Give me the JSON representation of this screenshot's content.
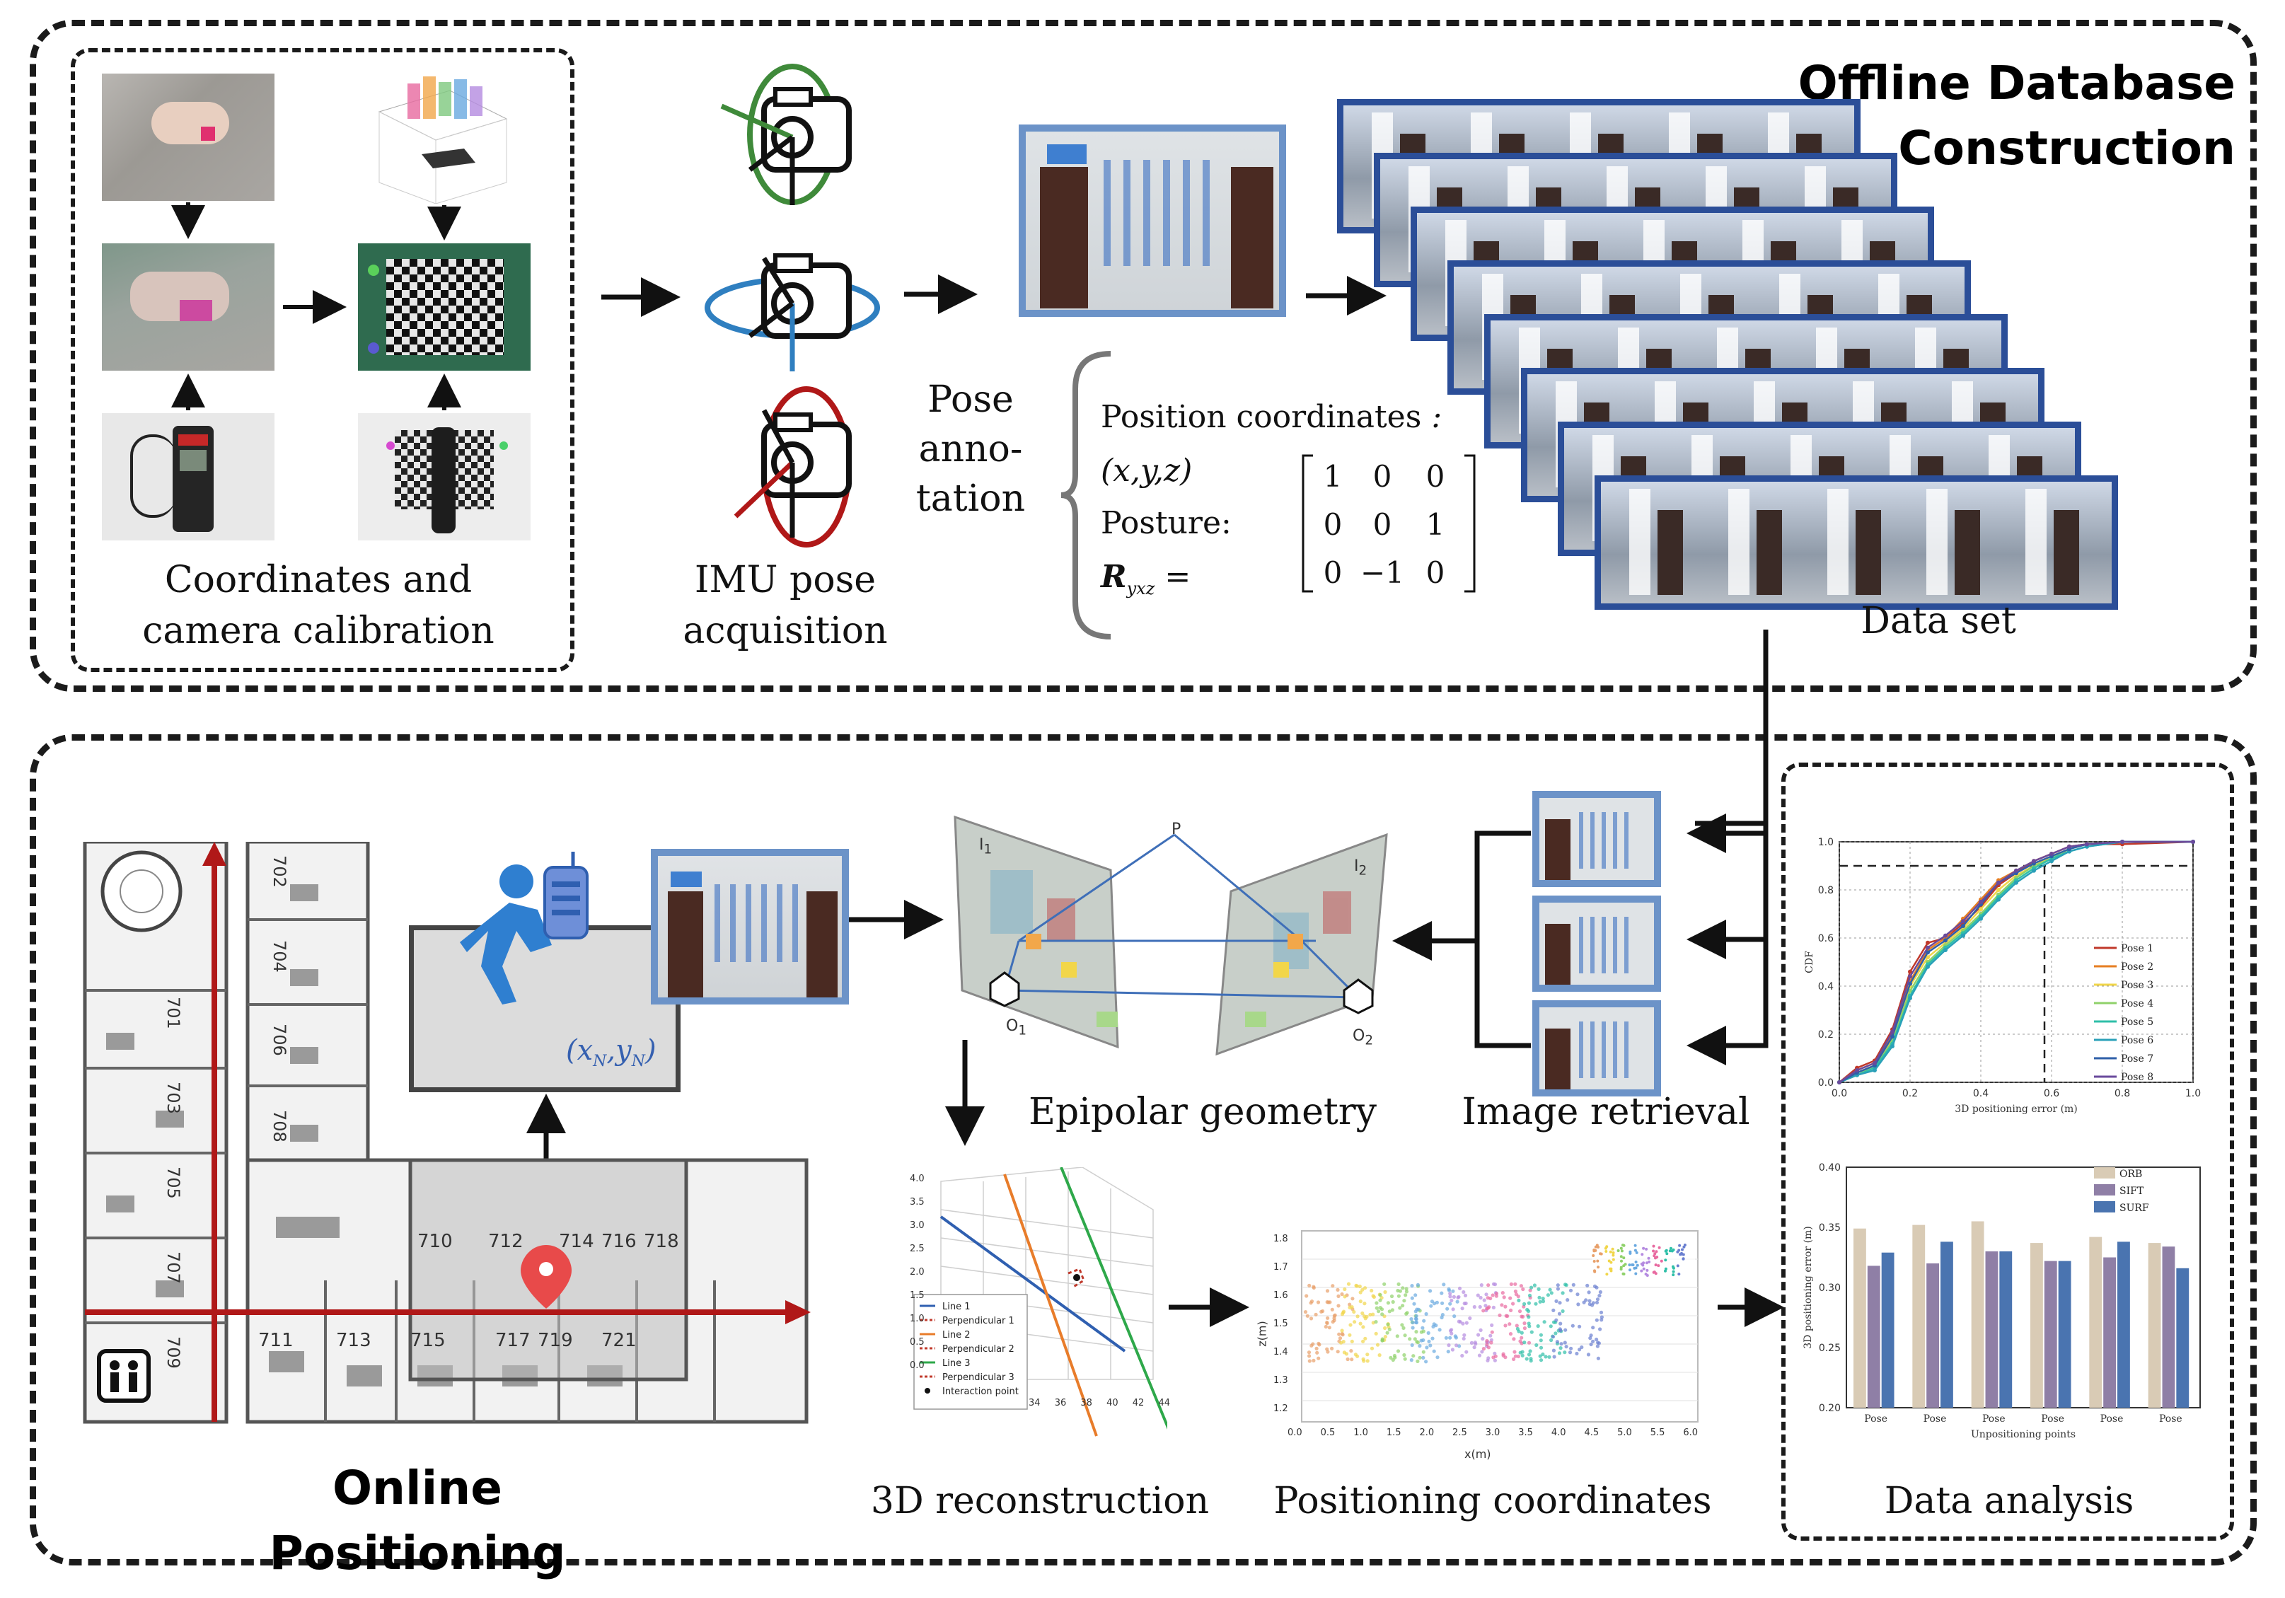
{
  "sections": {
    "offline": {
      "title_line1": "Offline Database",
      "title_line2": "Construction"
    },
    "online": {
      "title": "Online Positioning"
    }
  },
  "captions": {
    "calibration_line1": "Coordinates and",
    "calibration_line2": "camera calibration",
    "imu_line1": "IMU pose",
    "imu_line2": "acquisition",
    "pose_line1": "Pose",
    "pose_line2": "anno-",
    "pose_line3": "tation",
    "dataset": "Data set",
    "epipolar": "Epipolar geometry",
    "retrieval": "Image retrieval",
    "reconstruction": "3D reconstruction",
    "positioning": "Positioning coordinates",
    "analysis": "Data analysis"
  },
  "pose_annotation": {
    "position_label": "Position coordinates",
    "position_value": ": (x,y,z)",
    "posture_label": "Posture:",
    "matrix_symbol": "R",
    "matrix_subscript": "yxz",
    "equals": "=",
    "matrix": [
      [
        "1",
        "0",
        "0"
      ],
      [
        "0",
        "0",
        "1"
      ],
      [
        "0",
        "−1",
        "0"
      ]
    ]
  },
  "floorplan": {
    "rooms": [
      "702",
      "704",
      "706",
      "708",
      "701",
      "703",
      "705",
      "707",
      "709",
      "710",
      "712",
      "714",
      "716",
      "718",
      "711",
      "713",
      "715",
      "717",
      "719",
      "721"
    ],
    "user_coordinates": "(x",
    "user_coordinates_sub": "N",
    "user_coordinates_mid": ",y",
    "user_coordinates_end": ")"
  },
  "epipolar": {
    "point": "P",
    "left_center": "O",
    "left_sub": "1",
    "right_center": "O",
    "right_sub": "2",
    "left_image": "I",
    "left_image_sub": "1",
    "right_image": "I",
    "right_image_sub": "2"
  },
  "reconstruction_legend": [
    "Line 1",
    "Perpendicular 1",
    "Line 2",
    "Perpendicular 2",
    "Line 3",
    "Perpendicular 3",
    "Interaction point"
  ],
  "reconstruction_ticks": {
    "z": [
      "4.0",
      "3.5",
      "3.0",
      "2.5",
      "2.0",
      "1.5",
      "1.0",
      "0.5",
      "0.0"
    ],
    "x": [
      "34",
      "36",
      "38",
      "40",
      "42",
      "44"
    ]
  },
  "positioning_plot": {
    "ylabel": "z(m)",
    "xlabel": "x(m)",
    "yticks": [
      "1.8",
      "1.7",
      "1.6",
      "1.5",
      "1.4",
      "1.3",
      "1.2"
    ],
    "xticks": [
      "0.0",
      "0.5",
      "1.0",
      "1.5",
      "2.0",
      "2.5",
      "3.0",
      "3.5",
      "4.0",
      "4.5",
      "5.0",
      "5.5",
      "6.0"
    ]
  },
  "colors": {
    "frame_blue": "#2b4e98",
    "light_blue": "#6c93c8",
    "red_axis": "#b01818",
    "cdf_orange": "#e87c2a"
  },
  "chart_data": [
    {
      "type": "line",
      "xlabel": "3D positioning error (m)",
      "ylabel": "CDF",
      "xlim": [
        0.0,
        1.0
      ],
      "ylim": [
        0.0,
        1.0
      ],
      "xticks": [
        "0.0",
        "0.2",
        "0.4",
        "0.6",
        "0.8",
        "1.0"
      ],
      "yticks": [
        "0.0",
        "0.2",
        "0.4",
        "0.6",
        "0.8",
        "1.0"
      ],
      "reference_y": 0.9,
      "reference_x": 0.58,
      "grid": true,
      "legend": "right",
      "x": [
        0.0,
        0.05,
        0.1,
        0.15,
        0.2,
        0.25,
        0.3,
        0.35,
        0.4,
        0.45,
        0.5,
        0.55,
        0.6,
        0.65,
        0.7,
        0.8,
        1.0
      ],
      "series": [
        {
          "name": "Pose 1",
          "color": "#c0392b",
          "values": [
            0.0,
            0.06,
            0.09,
            0.22,
            0.46,
            0.58,
            0.6,
            0.66,
            0.73,
            0.82,
            0.87,
            0.92,
            0.95,
            0.98,
            0.99,
            0.99,
            1.0
          ]
        },
        {
          "name": "Pose 2",
          "color": "#e67e22",
          "values": [
            0.0,
            0.05,
            0.08,
            0.2,
            0.42,
            0.55,
            0.6,
            0.68,
            0.76,
            0.84,
            0.88,
            0.92,
            0.95,
            0.98,
            0.99,
            1.0,
            1.0
          ]
        },
        {
          "name": "Pose 3",
          "color": "#f1d64a",
          "values": [
            0.0,
            0.04,
            0.07,
            0.18,
            0.4,
            0.52,
            0.58,
            0.64,
            0.72,
            0.8,
            0.86,
            0.9,
            0.94,
            0.97,
            0.99,
            1.0,
            1.0
          ]
        },
        {
          "name": "Pose 4",
          "color": "#8fd16a",
          "values": [
            0.0,
            0.04,
            0.06,
            0.17,
            0.38,
            0.5,
            0.57,
            0.63,
            0.7,
            0.78,
            0.85,
            0.9,
            0.93,
            0.97,
            0.99,
            1.0,
            1.0
          ]
        },
        {
          "name": "Pose 5",
          "color": "#2fbfa8",
          "values": [
            0.0,
            0.03,
            0.06,
            0.16,
            0.36,
            0.49,
            0.56,
            0.62,
            0.69,
            0.77,
            0.84,
            0.89,
            0.93,
            0.96,
            0.98,
            1.0,
            1.0
          ]
        },
        {
          "name": "Pose 6",
          "color": "#2aa0b8",
          "values": [
            0.0,
            0.03,
            0.05,
            0.15,
            0.35,
            0.48,
            0.55,
            0.61,
            0.68,
            0.76,
            0.83,
            0.88,
            0.92,
            0.96,
            0.98,
            1.0,
            1.0
          ]
        },
        {
          "name": "Pose 7",
          "color": "#2f5fa8",
          "values": [
            0.0,
            0.04,
            0.07,
            0.19,
            0.41,
            0.54,
            0.59,
            0.65,
            0.74,
            0.83,
            0.87,
            0.91,
            0.94,
            0.97,
            0.99,
            1.0,
            1.0
          ]
        },
        {
          "name": "Pose 8",
          "color": "#6a4a9c",
          "values": [
            0.0,
            0.05,
            0.08,
            0.21,
            0.44,
            0.56,
            0.61,
            0.67,
            0.75,
            0.83,
            0.88,
            0.92,
            0.95,
            0.98,
            0.99,
            1.0,
            1.0
          ]
        }
      ]
    },
    {
      "type": "bar",
      "xlabel": "Unpositioning points",
      "ylabel": "3D positioning error (m)",
      "ylim": [
        0.2,
        0.4
      ],
      "yticks": [
        "0.20",
        "0.25",
        "0.30",
        "0.35",
        "0.40"
      ],
      "categories": [
        "Pose",
        "Pose",
        "Pose",
        "Pose",
        "Pose",
        "Pose"
      ],
      "legend": "top-right",
      "series": [
        {
          "name": "ORB",
          "color": "#d9cbb5",
          "values": [
            0.349,
            0.352,
            0.355,
            0.337,
            0.342,
            0.337
          ]
        },
        {
          "name": "SIFT",
          "color": "#8f7fa6",
          "values": [
            0.318,
            0.32,
            0.33,
            0.322,
            0.325,
            0.334
          ]
        },
        {
          "name": "SURF",
          "color": "#4a74b0",
          "values": [
            0.329,
            0.338,
            0.33,
            0.322,
            0.338,
            0.316
          ]
        }
      ]
    }
  ]
}
